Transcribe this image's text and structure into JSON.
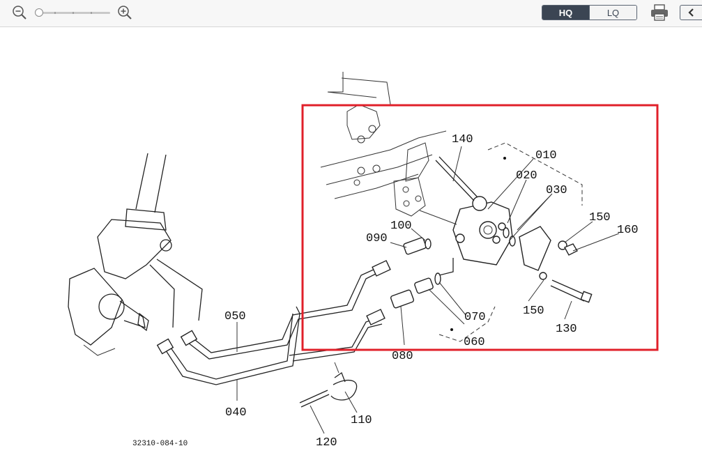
{
  "toolbar": {
    "zoom_out_icon": "zoom-out-icon",
    "zoom_in_icon": "zoom-in-icon",
    "zoom_level": 0,
    "quality": {
      "hq_label": "HQ",
      "lq_label": "LQ",
      "selected": "HQ"
    },
    "print_icon": "printer-icon",
    "back_icon": "chevron-left-icon"
  },
  "diagram": {
    "drawing_code": "32310-084-10",
    "highlight_color": "#e0202a",
    "parts": [
      {
        "ref": "010",
        "label": "010"
      },
      {
        "ref": "020",
        "label": "020"
      },
      {
        "ref": "030",
        "label": "030"
      },
      {
        "ref": "040",
        "label": "040"
      },
      {
        "ref": "050",
        "label": "050"
      },
      {
        "ref": "060",
        "label": "060"
      },
      {
        "ref": "070",
        "label": "070"
      },
      {
        "ref": "080",
        "label": "080"
      },
      {
        "ref": "090",
        "label": "090"
      },
      {
        "ref": "100",
        "label": "100"
      },
      {
        "ref": "110",
        "label": "110"
      },
      {
        "ref": "120",
        "label": "120"
      },
      {
        "ref": "130",
        "label": "130"
      },
      {
        "ref": "140",
        "label": "140"
      },
      {
        "ref": "150a",
        "label": "150"
      },
      {
        "ref": "150b",
        "label": "150"
      },
      {
        "ref": "160",
        "label": "160"
      }
    ]
  }
}
